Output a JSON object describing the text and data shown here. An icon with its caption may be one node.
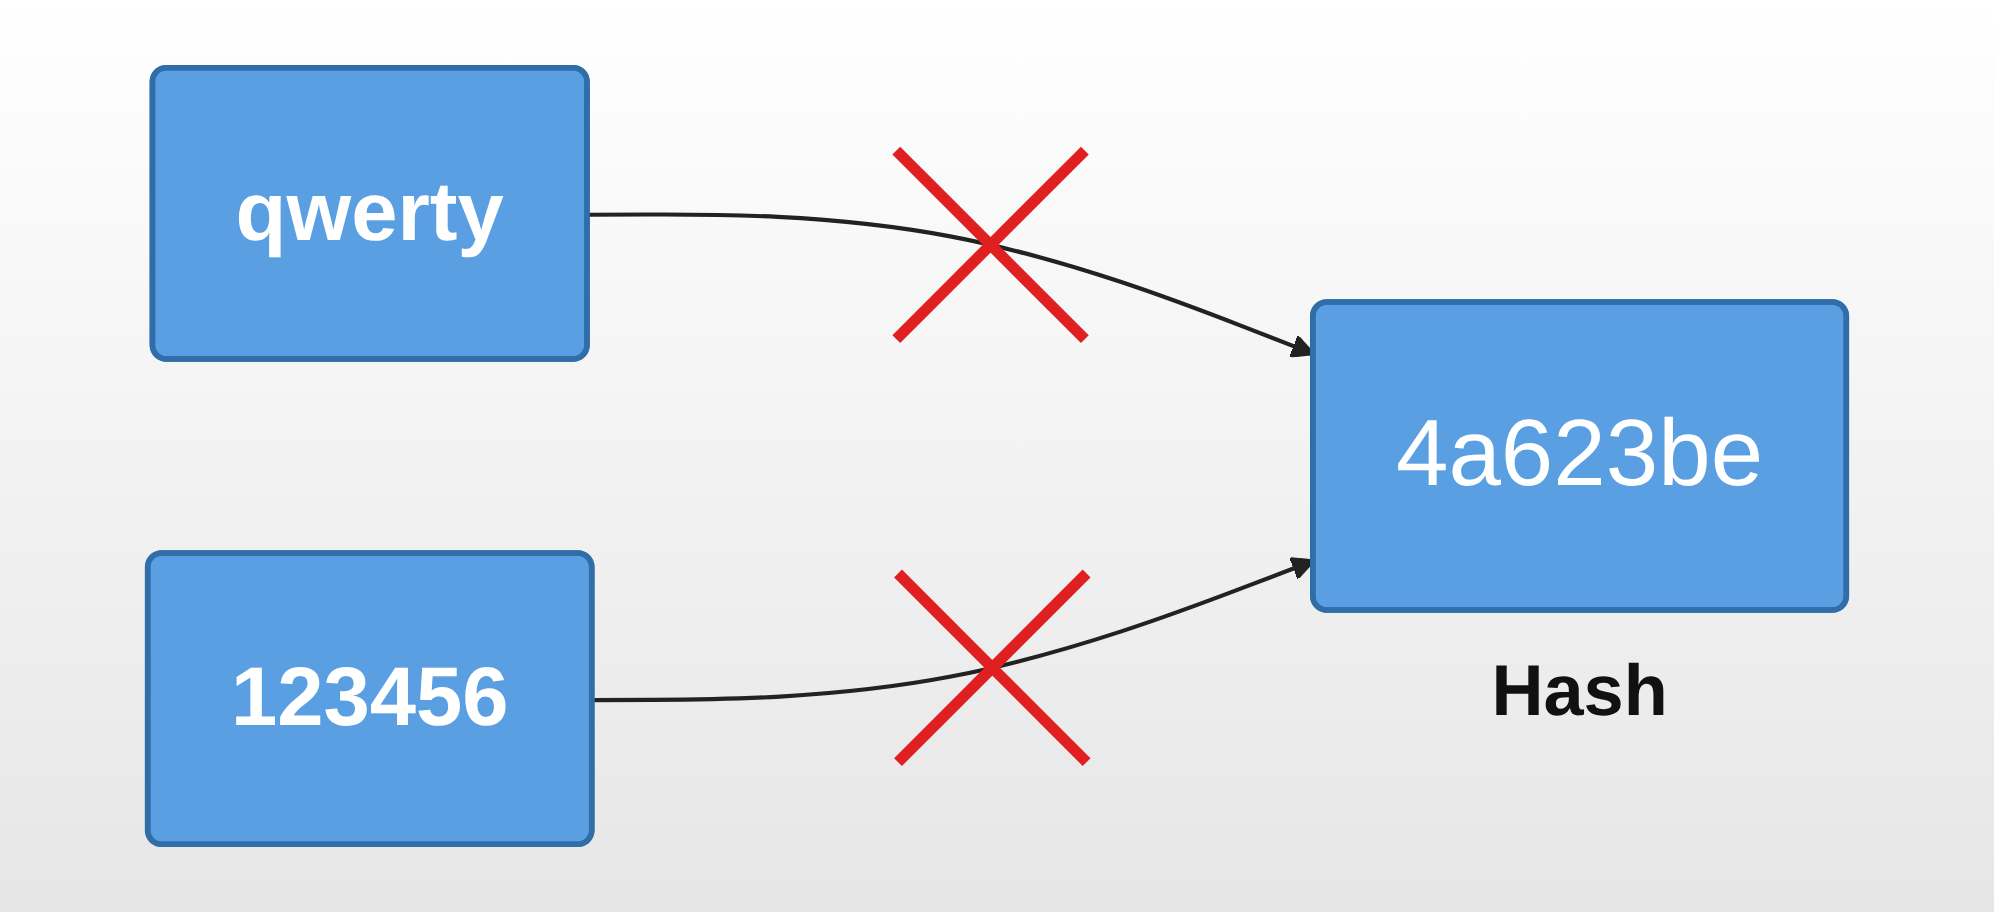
{
  "diagram": {
    "nodes": [
      {
        "text": [
          "qwerty"
        ]
      },
      {
        "text": [
          "123456"
        ]
      },
      {
        "text": [
          "4a623be"
        ],
        "beside": [
          "Hash"
        ]
      }
    ],
    "edges": [
      {
        "from": 0,
        "to": 2,
        "arrow": "to"
      },
      {
        "from": 1,
        "to": 2,
        "arrow": "to"
      }
    ]
  }
}
